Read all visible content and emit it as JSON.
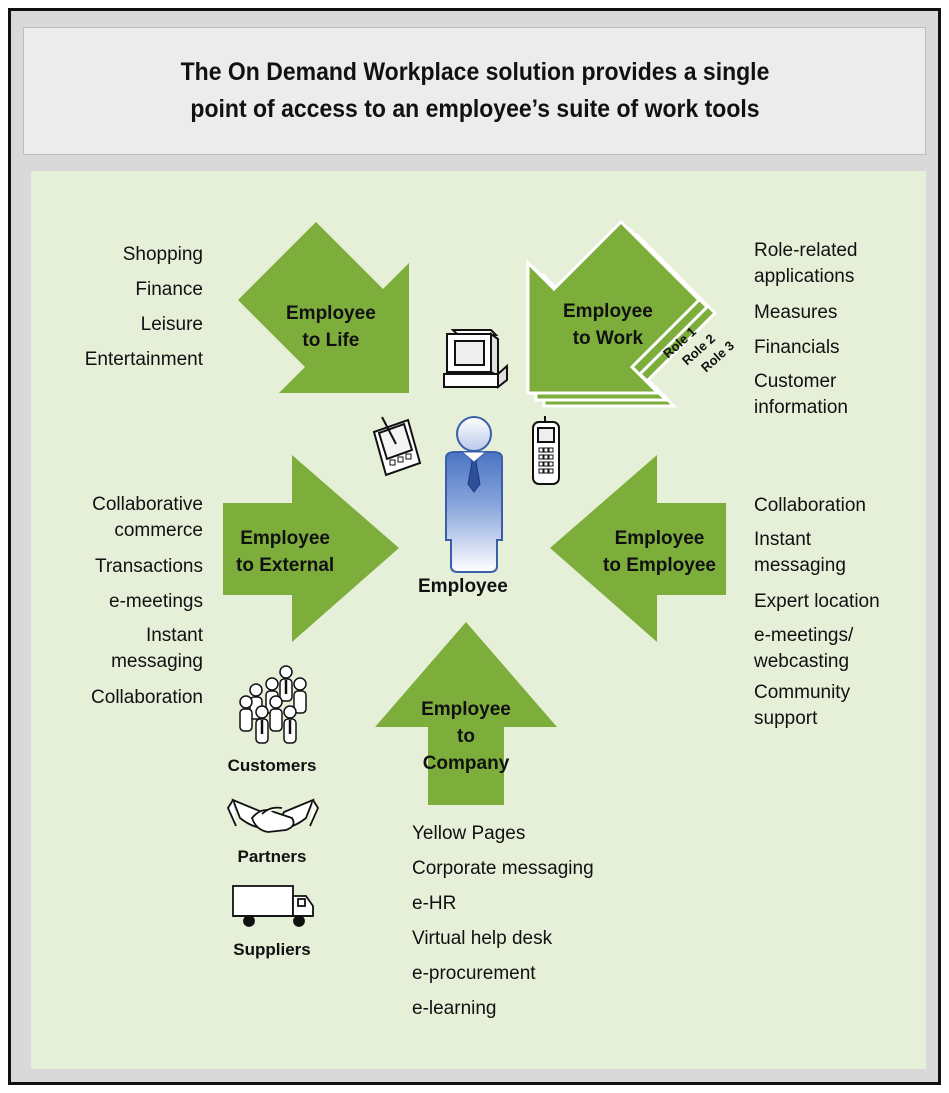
{
  "title": {
    "line1": "The On Demand Workplace solution provides a single",
    "line2": "point of access to an employee’s suite of work tools"
  },
  "arrows": {
    "life": {
      "line1": "Employee",
      "line2": "to Life"
    },
    "work": {
      "line1": "Employee",
      "line2": "to Work"
    },
    "external": {
      "line1": "Employee",
      "line2": "to External"
    },
    "employee": {
      "line1": "Employee",
      "line2": "to Employee"
    },
    "company": {
      "line1": "Employee",
      "line2": "to",
      "line3": "Company"
    }
  },
  "roles": [
    "Role 1",
    "Role 2",
    "Role 3"
  ],
  "center_label": "Employee",
  "lists": {
    "life": [
      "Shopping",
      "Finance",
      "Leisure",
      "Entertainment"
    ],
    "work": [
      "Role-related applications",
      "Measures",
      "Financials",
      "Customer information"
    ],
    "external": [
      "Collaborative commerce",
      "Transactions",
      "e-meetings",
      "Instant messaging",
      "Collaboration"
    ],
    "employee": [
      "Collaboration",
      "Instant messaging",
      "Expert location",
      "e-meetings/ webcasting",
      "Community support"
    ],
    "company": [
      "Yellow Pages",
      "Corporate messaging",
      "e-HR",
      "Virtual help desk",
      "e-procurement",
      "e-learning"
    ]
  },
  "external_entities": [
    "Customers",
    "Partners",
    "Suppliers"
  ],
  "icons": [
    "computer-icon",
    "pda-icon",
    "mobile-phone-icon",
    "employee-person-icon",
    "customers-group-icon",
    "partners-handshake-icon",
    "suppliers-truck-icon"
  ],
  "colors": {
    "arrow_green": "#7dae3c",
    "panel_bg": "#e6f0d9",
    "person_blue": "#4a74c4"
  }
}
